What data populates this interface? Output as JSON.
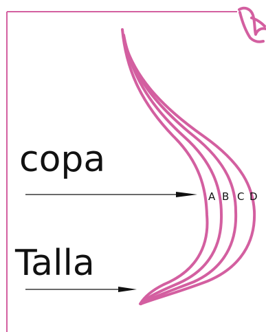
{
  "labels": {
    "cup": "copa",
    "size": "Talla"
  },
  "cup_sizes": [
    "A",
    "B",
    "C",
    "D"
  ],
  "colors": {
    "accent": "#d35fa0",
    "arrow": "#111111",
    "text": "#111111",
    "background": "#ffffff"
  },
  "icons": {
    "corner": "bra-icon"
  }
}
